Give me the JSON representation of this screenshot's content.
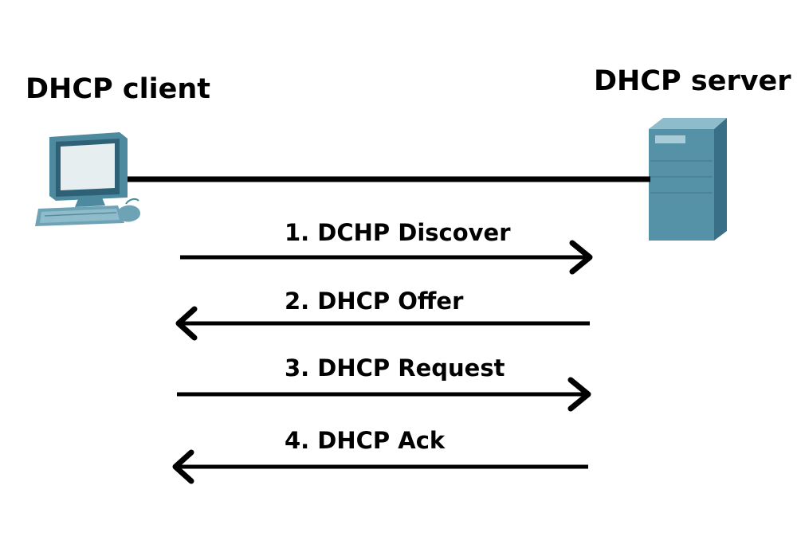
{
  "diagram": {
    "client": {
      "label": "DHCP client",
      "icon": "computer-icon"
    },
    "server": {
      "label": "DHCP server",
      "icon": "server-icon"
    },
    "messages": [
      {
        "label": "1. DCHP Discover",
        "direction": "client-to-server"
      },
      {
        "label": "2. DHCP Offer",
        "direction": "server-to-client"
      },
      {
        "label": "3. DHCP Request",
        "direction": "client-to-server"
      },
      {
        "label": "4. DHCP Ack",
        "direction": "server-to-client"
      }
    ],
    "colors": {
      "line": "#000000",
      "server_body": "#4f8fa6",
      "computer_body": "#5b94aa"
    }
  }
}
